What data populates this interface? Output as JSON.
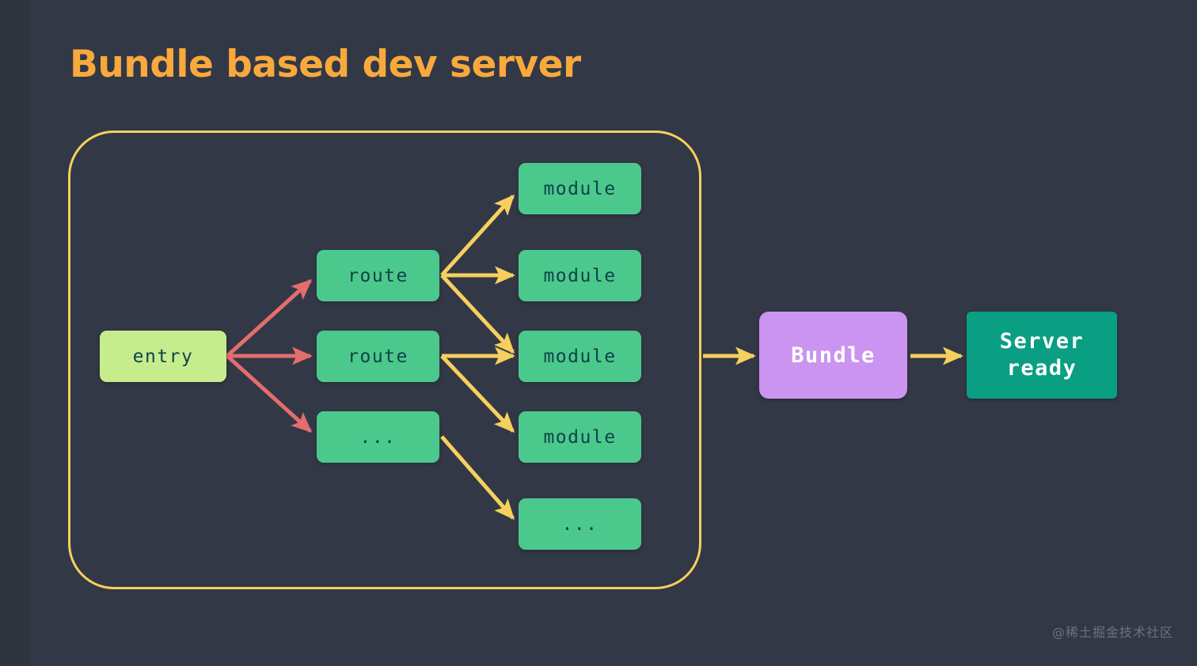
{
  "slide": {
    "title": "Bundle based dev server",
    "background_color": "#333846",
    "title_color": "#f8a93c",
    "watermark": "@稀土掘金技术社区"
  },
  "group": {
    "label": "bundle-graph-group",
    "border_color": "#f5d05e"
  },
  "colors": {
    "entry": "#c7ec8d",
    "node": "#4bc98c",
    "bundle": "#cb94f0",
    "server": "#0a9e83",
    "arrow_yellow": "#f5d05e",
    "arrow_red": "#e46d6d",
    "node_text": "#10424a"
  },
  "nodes": {
    "entry": {
      "label": "entry"
    },
    "routes": [
      {
        "label": "route"
      },
      {
        "label": "route"
      },
      {
        "label": "..."
      }
    ],
    "modules": [
      {
        "label": "module"
      },
      {
        "label": "module"
      },
      {
        "label": "module"
      },
      {
        "label": "module"
      },
      {
        "label": "..."
      }
    ],
    "bundle": {
      "label": "Bundle"
    },
    "server": {
      "label": "Server\nready"
    }
  },
  "edges": [
    {
      "from": "entry",
      "to": "route-0",
      "color": "#e46d6d"
    },
    {
      "from": "entry",
      "to": "route-1",
      "color": "#e46d6d"
    },
    {
      "from": "entry",
      "to": "route-2",
      "color": "#e46d6d"
    },
    {
      "from": "route-0",
      "to": "module-0",
      "color": "#f5d05e"
    },
    {
      "from": "route-0",
      "to": "module-1",
      "color": "#f5d05e"
    },
    {
      "from": "route-0",
      "to": "module-2",
      "color": "#f5d05e"
    },
    {
      "from": "route-1",
      "to": "module-2",
      "color": "#f5d05e"
    },
    {
      "from": "route-1",
      "to": "module-3",
      "color": "#f5d05e"
    },
    {
      "from": "route-2",
      "to": "module-4",
      "color": "#f5d05e"
    },
    {
      "from": "group",
      "to": "bundle",
      "color": "#f5d05e"
    },
    {
      "from": "bundle",
      "to": "server",
      "color": "#f5d05e"
    }
  ]
}
